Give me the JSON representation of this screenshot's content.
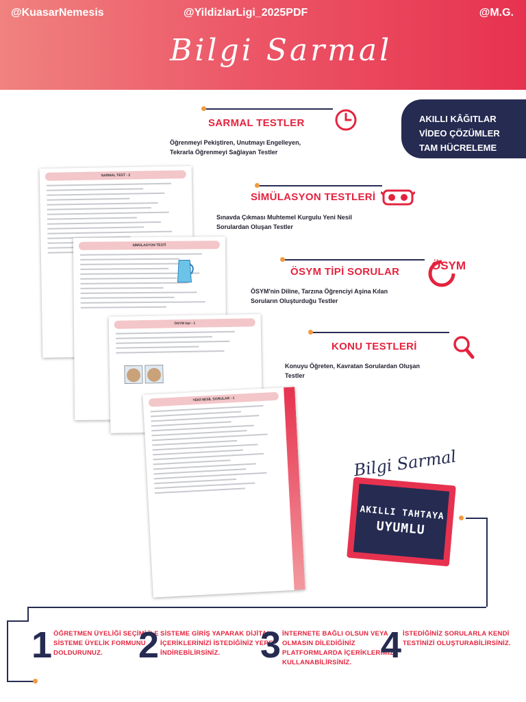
{
  "header": {
    "left_handle": "@KuasarNemesis",
    "center_handle": "@YildizlarLigi_2025PDF",
    "right_handle": "@M.G.",
    "brand": "Bilgi Sarmal"
  },
  "features_box": {
    "lines": [
      "AKILLI KÂĞITLAR",
      "VİDEO ÇÖZÜMLER",
      "TAM HÜCRELEME"
    ]
  },
  "sections": [
    {
      "title": "SARMAL TESTLER",
      "desc_1": "Öğrenmeyi Pekiştiren, Unutmayı Engelleyen,",
      "desc_2": "Tekrarla Öğrenmeyi Sağlayan Testler",
      "icon": "clock-icon"
    },
    {
      "title": "SİMÜLASYON TESTLERİ",
      "desc_1": "Sınavda Çıkması Muhtemel Kurgulu Yeni Nesil",
      "desc_2": "Sorulardan Oluşan Testler",
      "icon": "vr-headset-icon"
    },
    {
      "title": "ÖSYM TİPİ SORULAR",
      "desc_1": "ÖSYM'nin Diline, Tarzına Öğrenciyi Aşina Kılan",
      "desc_2": "Soruların Oluşturduğu Testler",
      "icon": "osym-logo-icon",
      "icon_label": "ÖSYM"
    },
    {
      "title": "KONU TESTLERİ",
      "desc_1": "Konuyu Öğreten, Kavratan Sorulardan Oluşan",
      "desc_2": "Testler",
      "icon": "magnifier-icon"
    }
  ],
  "thumbnails": [
    {
      "header": "SARMAL TEST - 2"
    },
    {
      "header": "SİMÜLASYON TESTİ"
    },
    {
      "header": "ÖSYM tipi - 1"
    },
    {
      "header": "YENİ NESİL SORULAR - 1"
    }
  ],
  "smartboard": {
    "brand": "Bilgi Sarmal",
    "line_1": "AKILLI TAHTAYA",
    "line_2": "UYUMLU"
  },
  "steps": [
    {
      "number": "1",
      "lines": [
        "ÖĞRETMEN ÜYELİĞİ SEÇİMİ İLE",
        "SİSTEME ÜYELİK FORMUNU",
        "DOLDURUNUZ."
      ]
    },
    {
      "number": "2",
      "lines": [
        "SİSTEME GİRİŞ YAPARAK DİJİTAL",
        "İÇERİKLERİNİZİ İSTEDİĞİNİZ YERE",
        "İNDİREBİLİRSİNİZ."
      ]
    },
    {
      "number": "3",
      "lines": [
        "İNTERNETE BAĞLI OLSUN VEYA",
        "OLMASIN DİLEDİĞİNİZ",
        "PLATFORMLARDA İÇERİKLERİMİZİ",
        "KULLANABİLİRSİNİZ."
      ]
    },
    {
      "number": "4",
      "lines": [
        "İSTEDİĞİNİZ SORULARLA KENDİ",
        "TESTİNİZİ OLUŞTURABİLİRSİNİZ."
      ]
    }
  ],
  "colors": {
    "red": "#e4233e",
    "navy": "#262b52",
    "orange": "#f29a3f"
  }
}
